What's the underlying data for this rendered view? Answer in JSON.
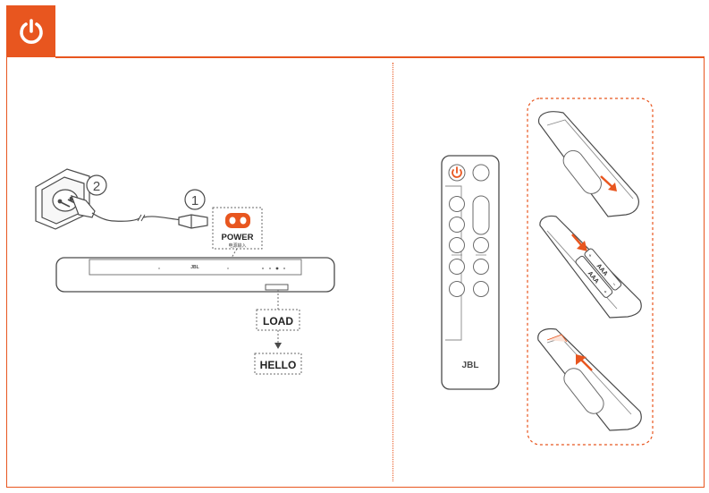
{
  "colors": {
    "accent": "#e8561f",
    "line": "#4a4a4a",
    "grey": "#9a9a9a"
  },
  "header": {
    "icon": "power-icon"
  },
  "setup": {
    "step_1": "1",
    "step_2": "2",
    "port_label": "POWER",
    "port_sublabel": "电源输入",
    "display_load": "LOAD",
    "display_hello": "HELLO",
    "soundbar_logo": "JBL"
  },
  "remote": {
    "logo": "JBL",
    "battery_type": "AAA",
    "battery_plus": "+",
    "battery_minus": "−"
  }
}
